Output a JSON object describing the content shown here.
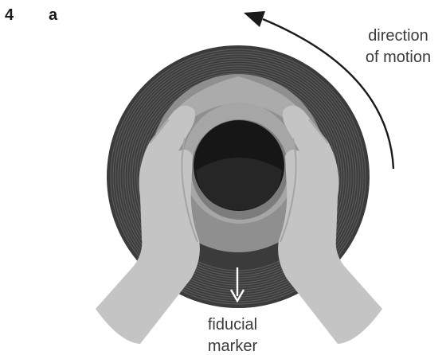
{
  "figure": {
    "number": "4",
    "panel": "a"
  },
  "labels": {
    "motion_line1": "direction",
    "motion_line2": "of motion",
    "fiducial_line1": "fiducial",
    "fiducial_line2": "marker"
  },
  "colors": {
    "wheel_dark": "#3b3b3b",
    "wheel_ring": "#555555",
    "pot_mid": "#8a8a8a",
    "pot_light": "#b0b0b0",
    "pot_opening": "#161616",
    "hands": "#c2c2c2",
    "hand_shadow": "#9a9a9a",
    "arrow": "#1a1a1a",
    "marker_arrow": "#ffffff"
  }
}
